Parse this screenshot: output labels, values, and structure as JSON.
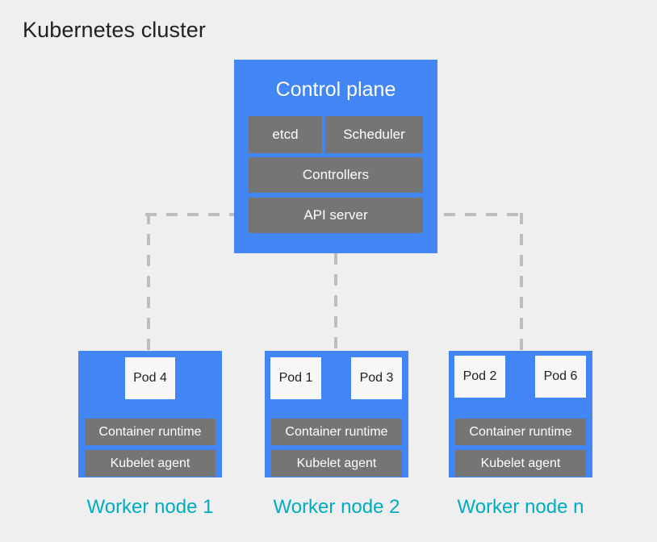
{
  "title": "Kubernetes cluster",
  "colors": {
    "background": "#efefef",
    "node_blue": "#4285f4",
    "component_gray": "#757575",
    "pod_white": "#f7f7f7",
    "label_teal": "#00acc1",
    "connector_gray": "#bdbdbd",
    "title_text": "#202124"
  },
  "control_plane": {
    "title": "Control plane",
    "components": [
      {
        "label": "etcd"
      },
      {
        "label": "Scheduler"
      },
      {
        "label": "Controllers"
      },
      {
        "label": "API server"
      }
    ]
  },
  "worker_nodes": [
    {
      "label": "Worker node 1",
      "pods": [
        {
          "label": "Pod 4"
        }
      ],
      "runtime_label": "Container runtime",
      "kubelet_label": "Kubelet agent"
    },
    {
      "label": "Worker node 2",
      "pods": [
        {
          "label": "Pod 1"
        },
        {
          "label": "Pod 3"
        }
      ],
      "runtime_label": "Container runtime",
      "kubelet_label": "Kubelet agent"
    },
    {
      "label": "Worker node n",
      "pods": [
        {
          "label": "Pod 2"
        },
        {
          "label": "Pod 6"
        }
      ],
      "runtime_label": "Container runtime",
      "kubelet_label": "Kubelet agent"
    }
  ],
  "connections": [
    {
      "from": "API server",
      "to": "Worker node 1",
      "style": "dashed"
    },
    {
      "from": "Control plane",
      "to": "Worker node 2",
      "style": "dashed"
    },
    {
      "from": "API server",
      "to": "Worker node n",
      "style": "dashed"
    }
  ]
}
